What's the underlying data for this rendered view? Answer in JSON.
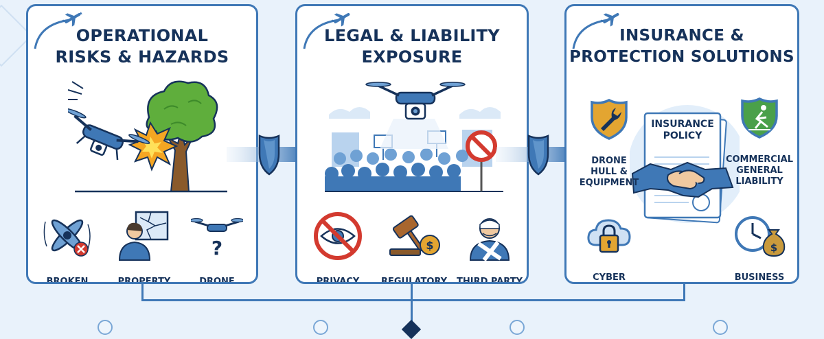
{
  "panels": [
    {
      "title": "OPERATIONAL\nRISKS & HAZARDS",
      "items": [
        "BROKEN\nPROPELER",
        "PROPERTY\nDAMAGE",
        "DRONE\nFLYAWAY"
      ]
    },
    {
      "title": "LEGAL & LIABILITY\nEXPOSURE",
      "items": [
        "PRIVACY\nVIOLATION",
        "REGULATORY\nFINE",
        "THIRD PARTY\nINJURY"
      ]
    },
    {
      "title": "INSURANCE &\nPROTECTION SOLUTIONS",
      "items": [
        "DRONE\nHULL &\nEQUIPMENT",
        "COMMERCIAL\nGENERAL\nLIABILITY",
        "CYBER\nLIABILITY",
        "BUSINESS\nINTERRUPTION"
      ],
      "policy_label": "INSURANCE\nPOLICY"
    }
  ],
  "colors": {
    "accent": "#3f78b6",
    "navy": "#16325a",
    "red": "#d33a2f",
    "gold": "#e3a531",
    "green": "#4aa04a"
  },
  "icons": [
    "plane-icon",
    "drone-icon",
    "tree-icon",
    "explosion-icon",
    "shield-icon",
    "arrow-right-icon",
    "propeller-icon",
    "person-icon",
    "broken-window-icon",
    "question-icon",
    "no-eye-icon",
    "gavel-icon",
    "coin-icon",
    "injured-person-icon",
    "wrench-shield-icon",
    "fall-shield-icon",
    "handshake-icon",
    "cloud-lock-icon",
    "clock-icon",
    "money-bag-icon",
    "crowd-icon",
    "prohibited-sign-icon"
  ]
}
